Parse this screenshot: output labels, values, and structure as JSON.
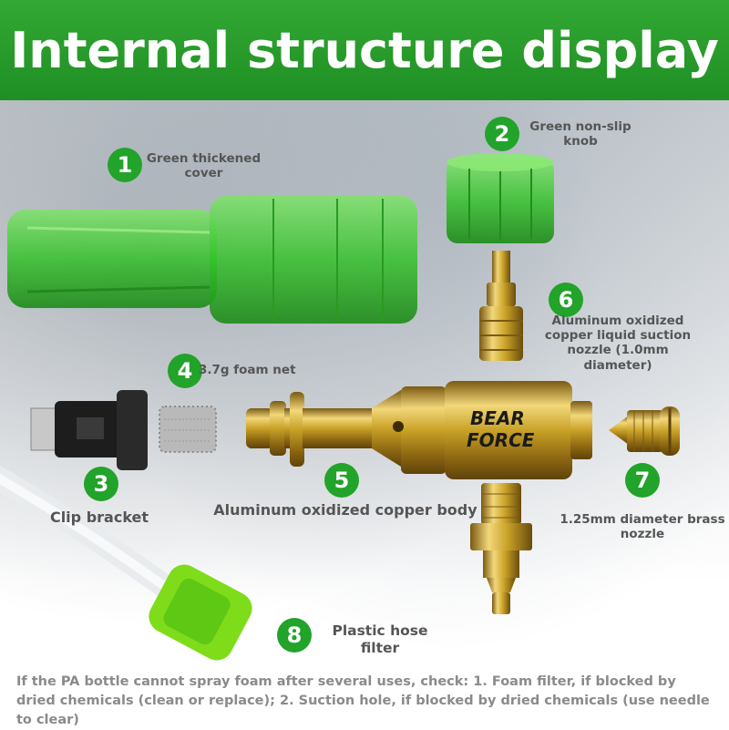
{
  "header": {
    "title": "Internal structure display"
  },
  "parts": [
    {
      "num": "1",
      "label": "Green thickened cover"
    },
    {
      "num": "2",
      "label": "Green non-slip knob"
    },
    {
      "num": "3",
      "label": "Clip bracket"
    },
    {
      "num": "4",
      "label": "3.7g foam net"
    },
    {
      "num": "5",
      "label": "Aluminum oxidized copper body"
    },
    {
      "num": "6",
      "label": "Aluminum oxidized copper liquid suction nozzle (1.0mm diameter)"
    },
    {
      "num": "7",
      "label": "1.25mm diameter brass nozzle"
    },
    {
      "num": "8",
      "label": "Plastic hose filter"
    }
  ],
  "product": {
    "brand_line1": "BEAR",
    "brand_line2": "FORCE"
  },
  "footnote": "If the PA bottle cannot spray foam after several uses, check: 1. Foam filter, if blocked by dried chemicals (clean or replace); 2. Suction hole, if blocked by dried chemicals (use needle to clear)",
  "colors": {
    "header_green": "#22a32a",
    "brass": "#c9a227",
    "translucent_green": "#3cc92e"
  }
}
